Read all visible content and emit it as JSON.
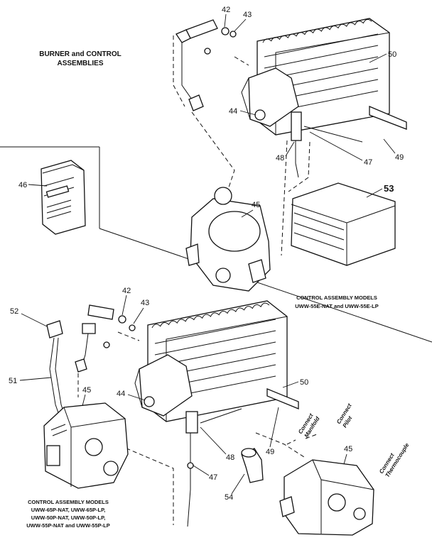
{
  "title": {
    "line1": "BURNER and CONTROL",
    "line2": "ASSEMBLIES"
  },
  "caption_top": {
    "line1": "CONTROL ASSEMBLY MODELS",
    "line2": "UWW-55E-NAT and UWW-55E-LP"
  },
  "caption_bottom": {
    "line1": "CONTROL ASSEMBLY MODELS",
    "line2": "UWW-65P-NAT, UWW-65P-LP,",
    "line3": "UWW-50P-NAT, UWW-50P-LP,",
    "line4": "UWW-55P-NAT and UWW-55P-LP"
  },
  "connections": {
    "manifold": [
      "Connect",
      "Manifold"
    ],
    "pilot": [
      "Connect",
      "Pilot"
    ],
    "thermocouple": [
      "Connect",
      "Thermocouple"
    ]
  },
  "part_labels": {
    "top_42": "42",
    "top_43": "43",
    "top_50": "50",
    "top_44": "44",
    "top_48": "48",
    "top_47": "47",
    "top_49": "49",
    "top_45": "45",
    "top_53": "53",
    "inset_46": "46",
    "bot_52": "52",
    "bot_42": "42",
    "bot_43": "43",
    "bot_51": "51",
    "bot_45": "45",
    "bot_44": "44",
    "bot_50": "50",
    "bot_48": "48",
    "bot_49": "49",
    "bot_47": "47",
    "bot_54": "54",
    "right_45": "45"
  }
}
